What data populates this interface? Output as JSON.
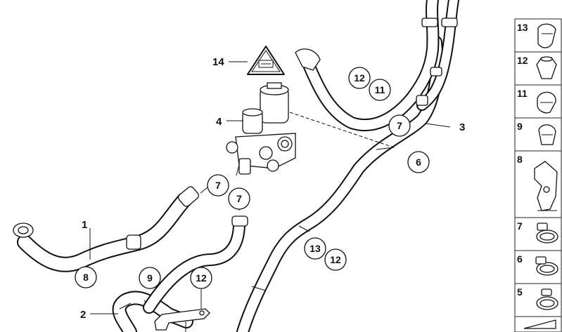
{
  "diagram": {
    "callouts": [
      {
        "id": "c1",
        "text": "1"
      },
      {
        "id": "c2",
        "text": "2"
      },
      {
        "id": "c3",
        "text": "3"
      },
      {
        "id": "c4",
        "text": "4"
      },
      {
        "id": "c14",
        "text": "14"
      }
    ],
    "circled": [
      {
        "id": "k12a",
        "text": "12"
      },
      {
        "id": "k11",
        "text": "11"
      },
      {
        "id": "k7a",
        "text": "7"
      },
      {
        "id": "k6",
        "text": "6"
      },
      {
        "id": "k7b",
        "text": "7"
      },
      {
        "id": "k7c",
        "text": "7"
      },
      {
        "id": "k8",
        "text": "8"
      },
      {
        "id": "k9",
        "text": "9"
      },
      {
        "id": "k12b",
        "text": "12"
      },
      {
        "id": "k13",
        "text": "13"
      },
      {
        "id": "k12c",
        "text": "12"
      }
    ],
    "legend": [
      "13",
      "12",
      "11",
      "9",
      "8",
      "7",
      "6",
      "5"
    ]
  }
}
